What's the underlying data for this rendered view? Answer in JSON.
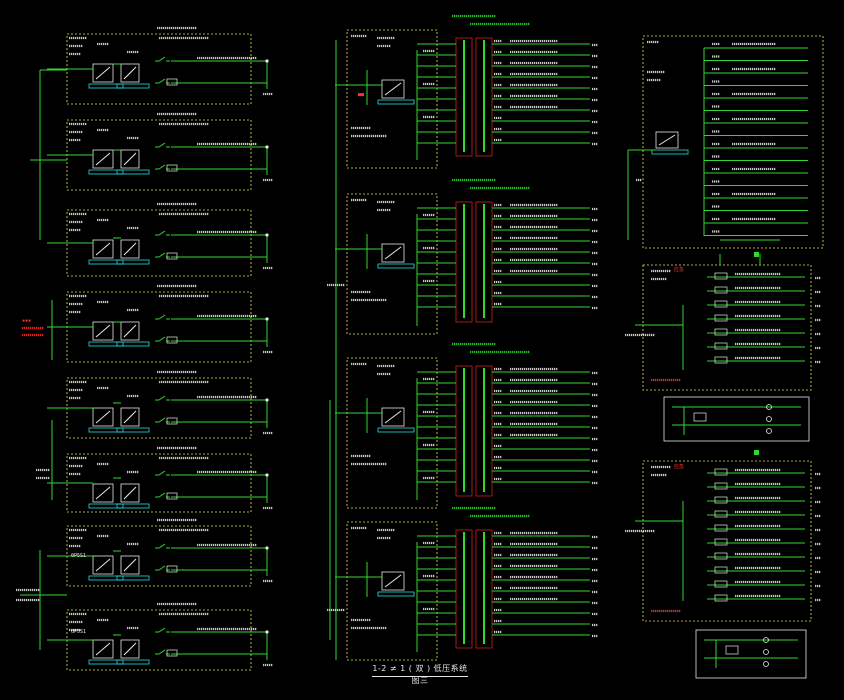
{
  "drawing": {
    "title": "1-2 ≠ 1 ( 双 ) 低压系统图三",
    "left_markers": [
      "0P5S1",
      "0P5S1"
    ],
    "fire_tags": [
      "应急",
      "应急"
    ],
    "colors": {
      "background": "#000000",
      "wire": "#2fd92f",
      "text": "#e8e8e8",
      "dashed_frame": "#e8e05a",
      "busbar_outline": "#d02020",
      "warning_text": "#ff3030",
      "device": "#20e0e0"
    }
  }
}
